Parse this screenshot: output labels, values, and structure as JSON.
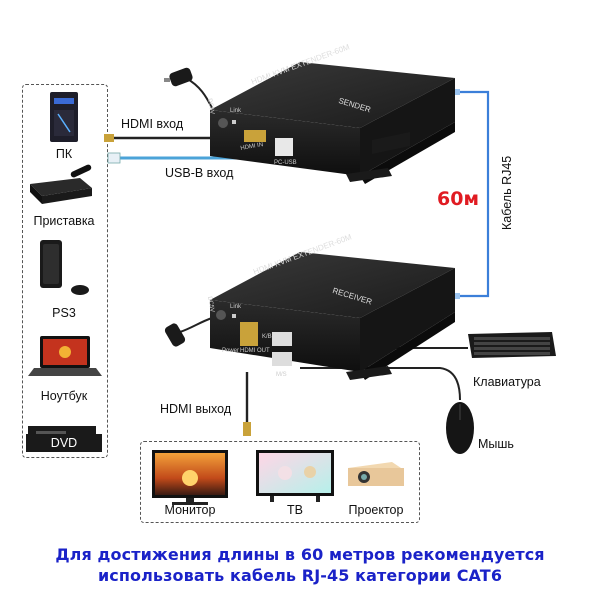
{
  "devices": {
    "sender_title": "HDMI KVM EXTENDER-60M",
    "sender_sub": "SENDER",
    "receiver_title": "HDMI KVM EXTENDER-60M",
    "receiver_sub": "RECEIVER",
    "sender_port_dc": "DC5V",
    "sender_port_link": "Link",
    "sender_port_hdmi": "HDMI IN",
    "sender_port_usb": "PC-USB",
    "receiver_port_dc": "DC5V",
    "receiver_port_link": "Link",
    "receiver_port_hdmi": "HDMI OUT",
    "receiver_port_power": "Power",
    "receiver_port_kb": "K/B",
    "receiver_port_ms": "M/S"
  },
  "sources": [
    {
      "label": "ПК",
      "icon": "pc-tower-icon"
    },
    {
      "label": "Приставка",
      "icon": "set-top-box-icon"
    },
    {
      "label": "PS3",
      "icon": "game-console-icon"
    },
    {
      "label": "Ноутбук",
      "icon": "laptop-icon"
    },
    {
      "label": "DVD",
      "icon": "dvd-player-icon"
    }
  ],
  "outputs": [
    {
      "label": "Монитор",
      "icon": "monitor-icon"
    },
    {
      "label": "ТВ",
      "icon": "tv-icon"
    },
    {
      "label": "Проектор",
      "icon": "projector-icon"
    }
  ],
  "peripherals": [
    {
      "label": "Клавиатура",
      "icon": "keyboard-icon"
    },
    {
      "label": "Мышь",
      "icon": "mouse-icon"
    }
  ],
  "connections": {
    "hdmi_in": "HDMI вход",
    "usb_in": "USB-B вход",
    "hdmi_out": "HDMI выход",
    "cable": "Кабель RJ45",
    "distance": "60м"
  },
  "footer": {
    "line1": "Для достижения длины в 60 метров рекомендуется",
    "line2": "использовать кабель RJ-45 категории CAT6"
  },
  "colors": {
    "device_body": "#1f1f1f",
    "cable_blue": "#3b7fd9",
    "usb_blue": "#4ba3d8",
    "distance_red": "#e01b22",
    "footer_blue": "#1a22c8"
  }
}
